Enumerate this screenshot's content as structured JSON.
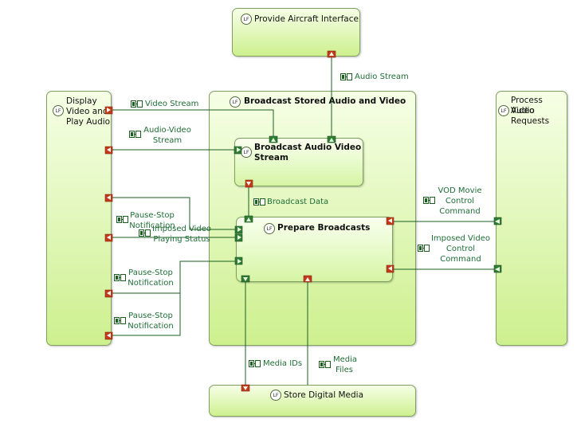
{
  "nodes": {
    "provide_aircraft": {
      "lf": "LF",
      "title": "Provide Aircraft Interface"
    },
    "display_video": {
      "lf": "LF",
      "title_1": "Display",
      "title_2": "Video and",
      "title_3": "Play Audio"
    },
    "broadcast_stored": {
      "lf": "LF",
      "title": "Broadcast Stored Audio and Video"
    },
    "broadcast_audio": {
      "lf": "LF",
      "title_1": "Broadcast Audio Video",
      "title_2": "Stream"
    },
    "prepare_broadcasts": {
      "lf": "LF",
      "title": "Prepare Broadcasts"
    },
    "process_audio": {
      "lf": "LF",
      "title_1": "Process Audio",
      "title_2": "Video",
      "title_3": "Requests"
    },
    "store_digital": {
      "lf": "LF",
      "title": "Store Digital Media"
    }
  },
  "flows": {
    "audio_stream": "Audio Stream",
    "video_stream": "Video Stream",
    "av_stream_1": "Audio-Video",
    "av_stream_2": "Stream",
    "broadcast_data": "Broadcast Data",
    "vod_1": "VOD Movie",
    "vod_2": "Control",
    "vod_3": "Command",
    "psn1_1": "Pause-Stop",
    "psn1_2": "Notification",
    "ivps_1": "Imposed Video",
    "ivps_2": "Playing Status",
    "ivcc_1": "Imposed Video",
    "ivcc_2": "Control",
    "ivcc_3": "Command",
    "psn2_1": "Pause-Stop",
    "psn2_2": "Notification",
    "psn3_1": "Pause-Stop",
    "psn3_2": "Notification",
    "media_ids": "Media IDs",
    "media_files_1": "Media",
    "media_files_2": "Files"
  },
  "colors": {
    "box_border": "#7fa060",
    "line": "#1b5e20",
    "port_out": "#c0391b",
    "port_in": "#2e7d32"
  }
}
